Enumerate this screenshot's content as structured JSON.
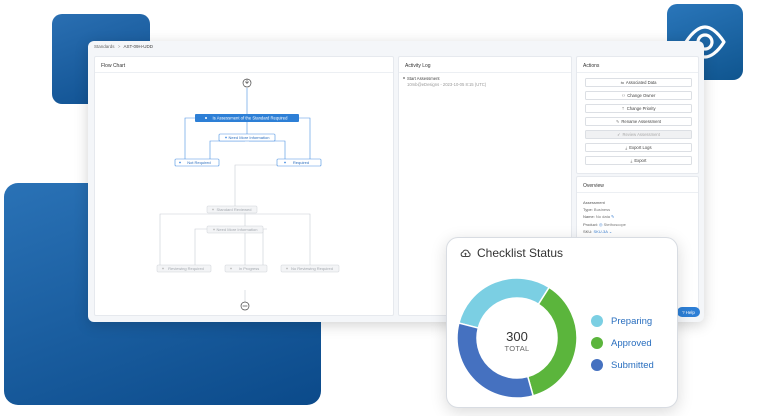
{
  "breadcrumb": {
    "root": "Standards",
    "separator": ">",
    "current": "AST-09H-UDD"
  },
  "flow_chart": {
    "title": "Flow Chart",
    "nodes": {
      "decision": "Is Assessment of the Standard Required",
      "need_more": "Need More Information",
      "not_required": "Not Required",
      "required": "Required",
      "standard_reviewed": "Standard Reviewed",
      "need_more_2": "Need More Information",
      "reviewing_required": "Reviewing Required",
      "in_progress": "In Progress",
      "no_reviewing": "No Reviewing Required"
    }
  },
  "activity_log": {
    "title": "Activity Log",
    "entry_title": "Start Assessment",
    "entry_meta": "10mb@eDesigns - 2023-10-05 8:15 (UTC)"
  },
  "actions": {
    "title": "Actions",
    "buttons": [
      {
        "label": "Associated Data",
        "icon": "⇆",
        "disabled": false
      },
      {
        "label": "Change Owner",
        "icon": "⚇",
        "disabled": false
      },
      {
        "label": "Change Priority",
        "icon": "⇡",
        "disabled": false
      },
      {
        "label": "Rename Assessment",
        "icon": "✎",
        "disabled": false
      },
      {
        "label": "Review Assessment",
        "icon": "✓",
        "disabled": true
      },
      {
        "label": "Export Logs",
        "icon": "⤓",
        "disabled": false
      },
      {
        "label": "Export",
        "icon": "⤓",
        "disabled": false
      }
    ]
  },
  "overview": {
    "title": "Overview",
    "section": "Assessment",
    "type_key": "Type",
    "type_value": "Business",
    "name_key": "Name",
    "name_value": "No data",
    "product_key": "Product",
    "product_value": "Stethoscope",
    "sku_key": "SKU",
    "sku_value": "SKU-3A"
  },
  "help": {
    "label": "Help"
  },
  "checklist": {
    "title": "Checklist Status",
    "total_value": "300",
    "total_label": "TOTAL",
    "segments": [
      {
        "label": "Preparing",
        "value": 90,
        "color": "#7bcfe3"
      },
      {
        "label": "Approved",
        "value": 110,
        "color": "#5bb53c"
      },
      {
        "label": "Submitted",
        "value": 100,
        "color": "#4571c0"
      }
    ]
  },
  "colors": {
    "accent": "#2d7fd6",
    "brand_dark": "#0e4f8f"
  }
}
